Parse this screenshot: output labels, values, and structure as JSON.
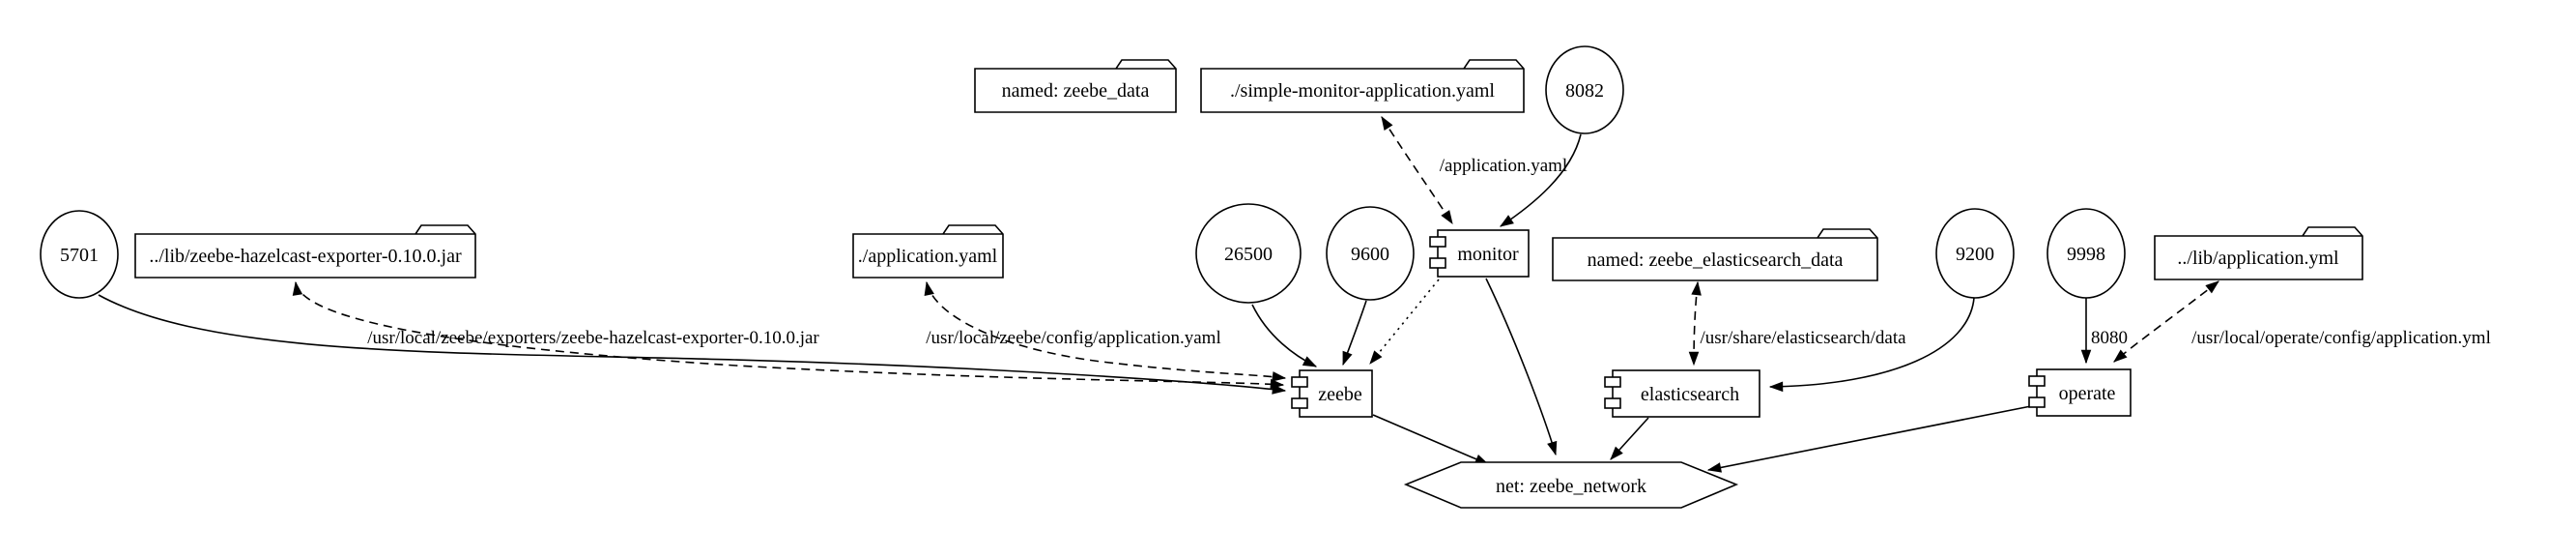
{
  "diagram": {
    "background_color": "#ffffff",
    "stroke_color": "#000000",
    "nodes": {
      "port_5701": {
        "label": "5701",
        "type": "port"
      },
      "volume_exporter_jar": {
        "label": "../lib/zeebe-hazelcast-exporter-0.10.0.jar",
        "type": "volume"
      },
      "volume_application_yaml": {
        "label": "./application.yaml",
        "type": "volume"
      },
      "volume_zeebe_data": {
        "label": "named: zeebe_data",
        "type": "volume"
      },
      "volume_simple_monitor_yaml": {
        "label": "./simple-monitor-application.yaml",
        "type": "volume"
      },
      "port_8082": {
        "label": "8082",
        "type": "port"
      },
      "port_26500": {
        "label": "26500",
        "type": "port"
      },
      "port_9600": {
        "label": "9600",
        "type": "port"
      },
      "service_monitor": {
        "label": "monitor",
        "type": "service"
      },
      "volume_zeebe_elasticsearch_data": {
        "label": "named: zeebe_elasticsearch_data",
        "type": "volume"
      },
      "port_9200": {
        "label": "9200",
        "type": "port"
      },
      "port_9998": {
        "label": "9998",
        "type": "port"
      },
      "volume_operate_application_yml": {
        "label": "../lib/application.yml",
        "type": "volume"
      },
      "service_zeebe": {
        "label": "zeebe",
        "type": "service"
      },
      "service_elasticsearch": {
        "label": "elasticsearch",
        "type": "service"
      },
      "service_operate": {
        "label": "operate",
        "type": "service"
      },
      "network_zeebe": {
        "label": "net: zeebe_network",
        "type": "network"
      }
    },
    "edge_labels": {
      "zeebe_exporter_mount": "/usr/local/zeebe/exporters/zeebe-hazelcast-exporter-0.10.0.jar",
      "zeebe_config_mount": "/usr/local/zeebe/config/application.yaml",
      "monitor_config_mount": "/application.yaml",
      "elasticsearch_data_mount": "/usr/share/elasticsearch/data",
      "operate_port_mapping": "8080",
      "operate_config_mount": "/usr/local/operate/config/application.yml"
    }
  }
}
